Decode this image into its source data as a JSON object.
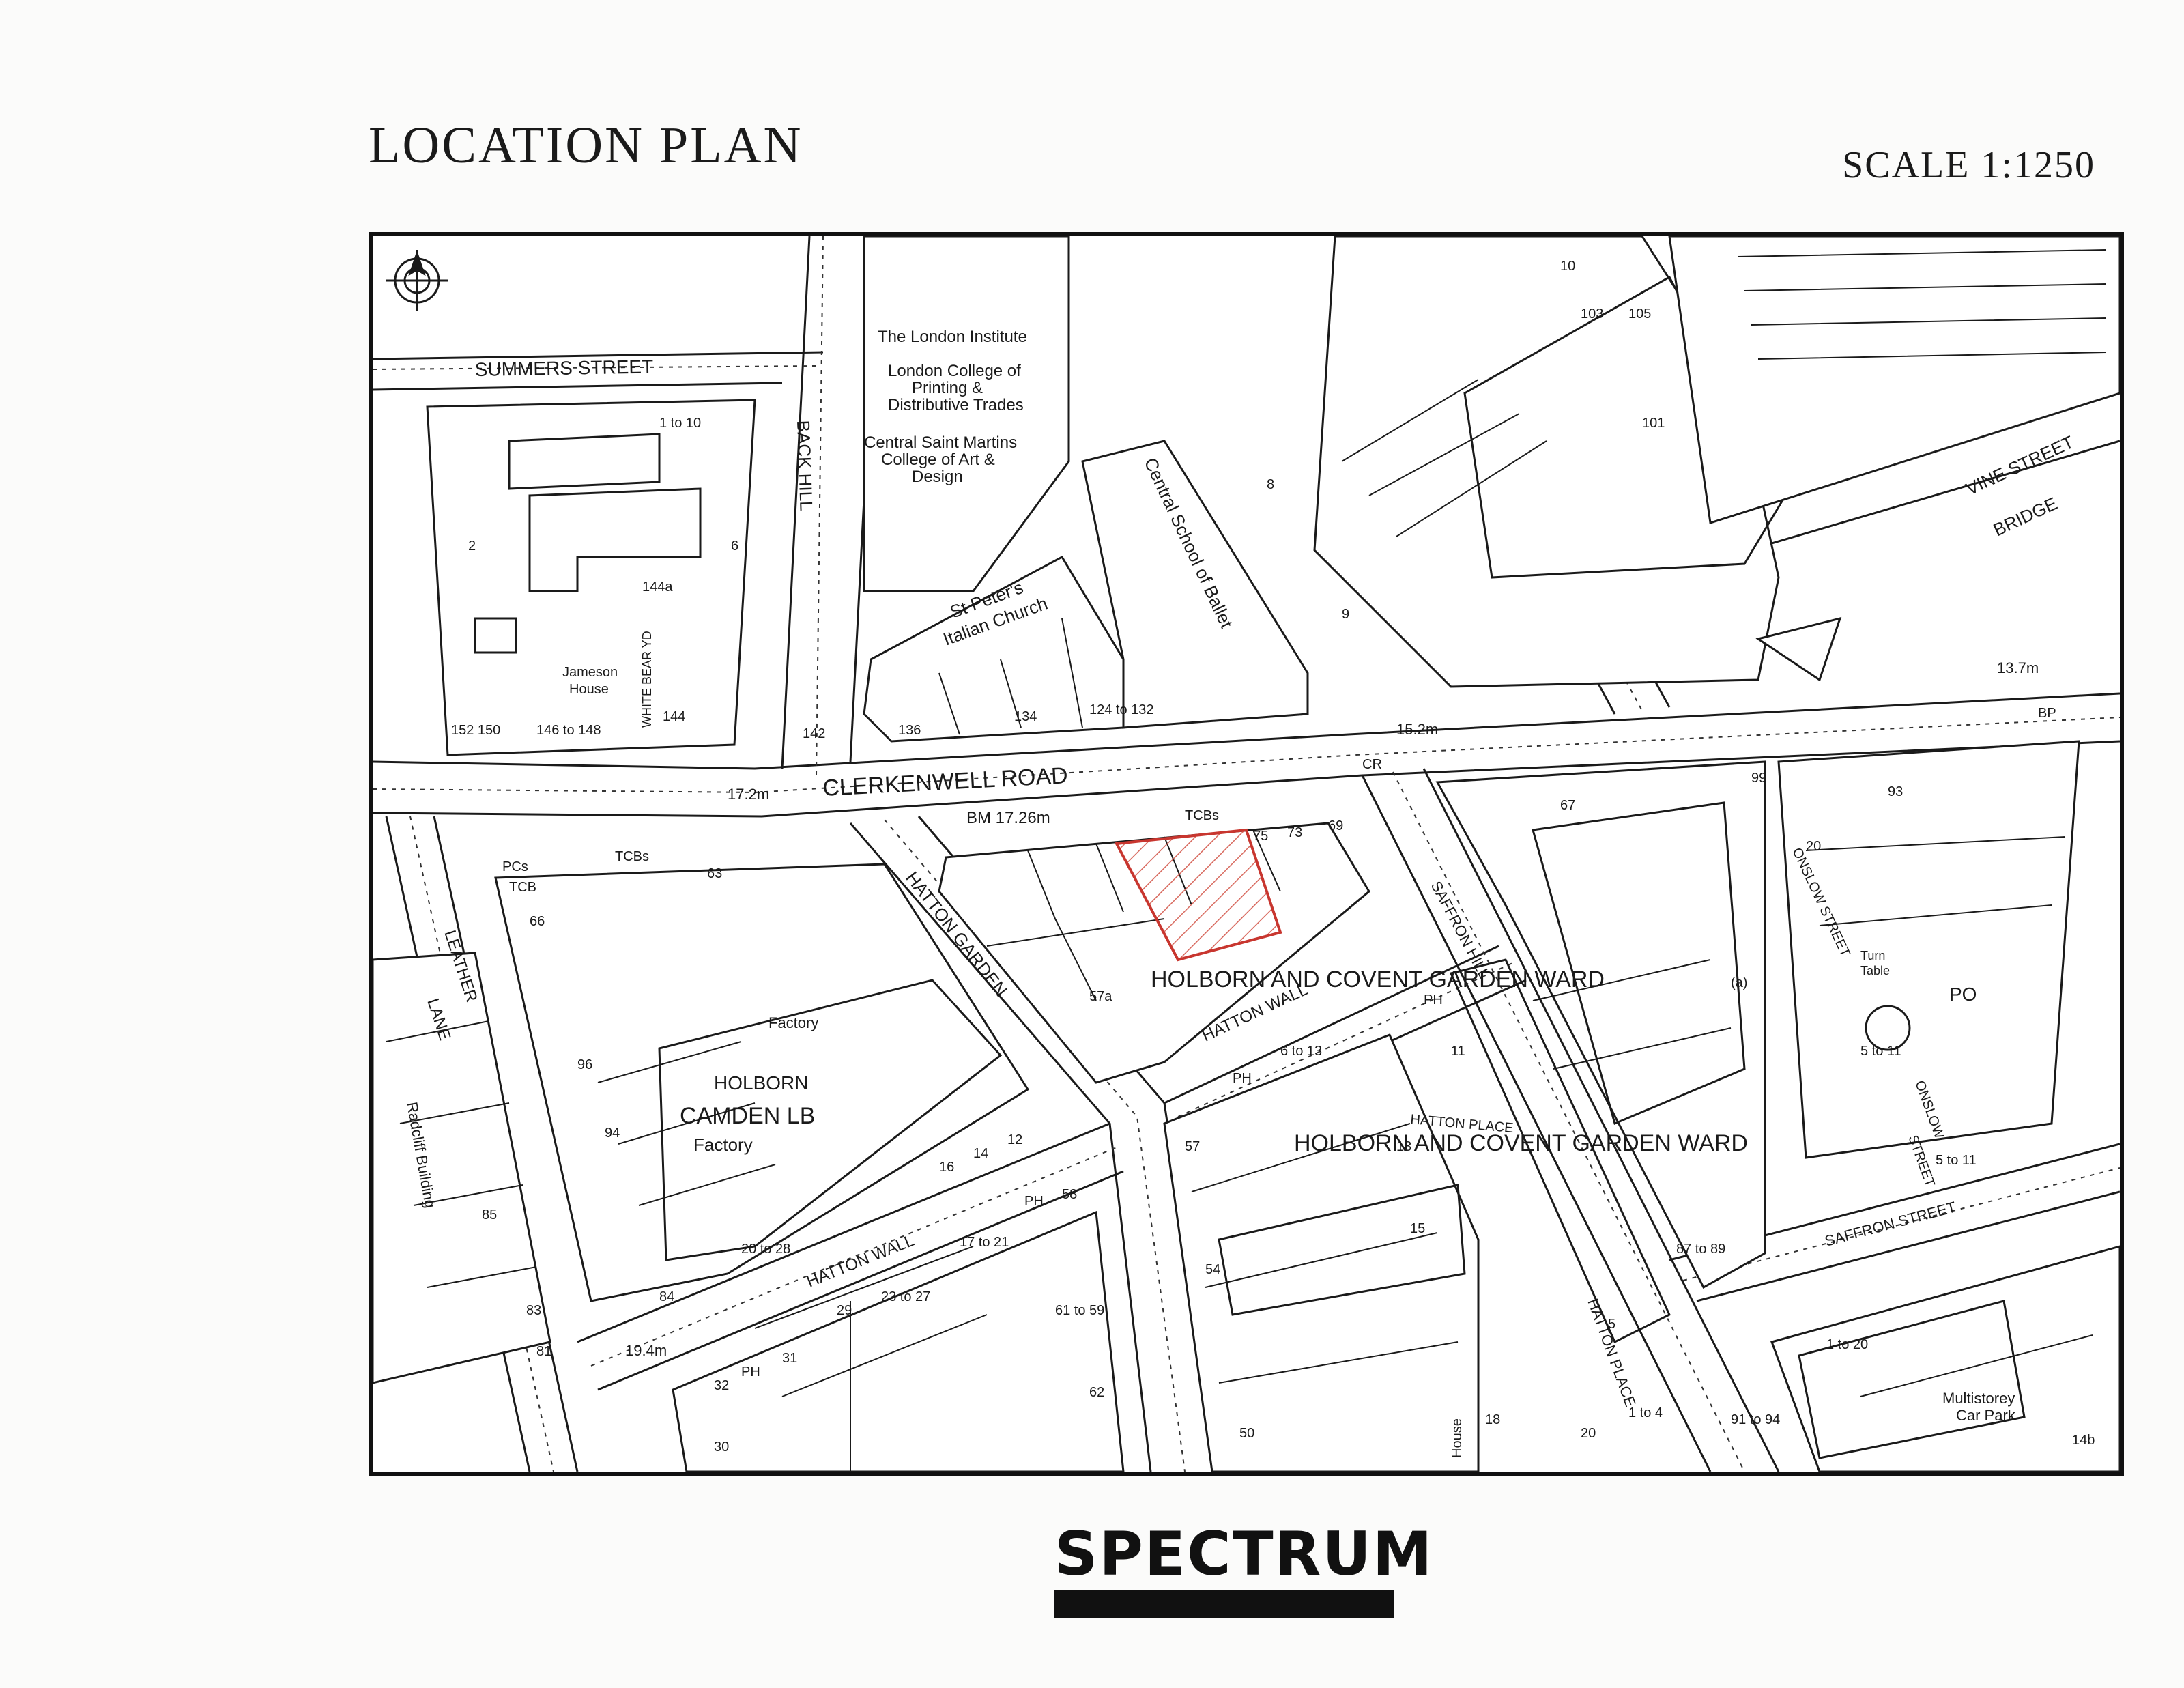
{
  "header": {
    "title": "LOCATION PLAN",
    "scale": "SCALE 1:1250"
  },
  "footer": {
    "brand": "SPECTRUM"
  },
  "colors": {
    "site_outline": "#c8362f",
    "site_hatch": "#d86a5f",
    "line": "#1a1a1a"
  },
  "map": {
    "streets": {
      "summers_street": "SUMMERS STREET",
      "back_hill": "BACK HILL",
      "clerkenwell_road": "CLERKENWELL ROAD",
      "hatton_garden": "HATTON GARDEN",
      "hatton_wall_north": "HATTON WALL",
      "hatton_wall_south": "HATTON WALL",
      "leather_lane_1": "LEATHER",
      "leather_lane_2": "LANE",
      "saffron_hill": "SAFFRON HILL",
      "hatton_place_1": "HATTON PLACE",
      "hatton_place_2": "HATTON PLACE",
      "onslow_street_1": "ONSLOW STREET",
      "onslow_street_2": "ONSLOW",
      "onslow_street_3": "STREET",
      "saffron_street": "SAFFRON STREET",
      "vine_street": "VINE STREET",
      "bridge": "BRIDGE"
    },
    "buildings": {
      "london_institute": "The London Institute",
      "lcp_1": "London College of",
      "lcp_2": "Printing &",
      "lcp_3": "Distributive Trades",
      "csm_1": "Central Saint Martins",
      "csm_2": "College of Art &",
      "csm_3": "Design",
      "st_peters_1": "St Peter's",
      "st_peters_2": "Italian Church",
      "ballet": "Central School of Ballet",
      "jameson_1": "Jameson",
      "jameson_2": "House",
      "white_bear_yd": "WHITE BEAR YD",
      "radcliff": "Radcliff Building",
      "factory_1": "Factory",
      "factory_2": "Factory",
      "holborn": "HOLBORN",
      "camden_lb": "CAMDEN LB",
      "turn_1": "Turn",
      "turn_2": "Table",
      "po": "PO",
      "multistorey_1": "Multistorey",
      "multistorey_2": "Car Park",
      "house": "House"
    },
    "wards": {
      "ward_1": "HOLBORN AND COVENT GARDEN WARD",
      "ward_2": "HOLBORN AND COVENT GARDEN WARD"
    },
    "annotations": {
      "bm": "BM 17.26m",
      "h_172": "17.2m",
      "h_152": "15.2m",
      "h_137": "13.7m",
      "h_194": "19.4m",
      "cr": "CR",
      "tcbs_1": "TCBs",
      "tcbs_2": "TCBs",
      "pcs": "PCs",
      "tcb": "TCB",
      "bp": "BP",
      "ph_1": "PH",
      "ph_2": "PH",
      "ph_3": "PH",
      "ph_4": "PH",
      "a_mark": "(a)"
    },
    "numbers": {
      "n_1to10": "1 to 10",
      "n_2": "2",
      "n_6": "6",
      "n_144a": "144a",
      "n_152_150": "152 150",
      "n_146to148": "146 to 148",
      "n_144": "144",
      "n_142": "142",
      "n_136": "136",
      "n_134": "134",
      "n_124to132": "124 to 132",
      "n_8": "8",
      "n_9": "9",
      "n_101": "101",
      "n_105": "105",
      "n_103": "103",
      "n_99": "99",
      "n_67": "67",
      "n_93": "93",
      "n_20": "20",
      "n_73": "73",
      "n_75": "75",
      "n_69": "69",
      "n_57a": "57a",
      "n_57": "57",
      "n_54": "54",
      "n_50": "50",
      "n_13": "13",
      "n_15": "15",
      "n_18": "18",
      "n_20b": "20",
      "n_11": "11",
      "n_5": "5",
      "n_1to4": "1 to 4",
      "n_6to13": "6 to 13",
      "n_5to11": "5 to 11",
      "n_5to11b": "5 to 11",
      "n_87to89": "87 to 89",
      "n_91to94": "91 to 94",
      "n_63": "63",
      "n_66": "66",
      "n_96": "96",
      "n_94": "94",
      "n_84": "84",
      "n_20to28": "20 to 28",
      "n_16": "16",
      "n_14": "14",
      "n_12": "12",
      "n_17to21": "17 to 21",
      "n_23to27": "23 to 27",
      "n_29": "29",
      "n_31": "31",
      "n_32": "32",
      "n_30": "30",
      "n_61to59": "61 to 59",
      "n_62": "62",
      "n_58": "58",
      "n_81": "81",
      "n_83": "83",
      "n_85": "85",
      "n_1to20": "1 to 20",
      "n_14b": "14b",
      "n_10": "10"
    }
  }
}
